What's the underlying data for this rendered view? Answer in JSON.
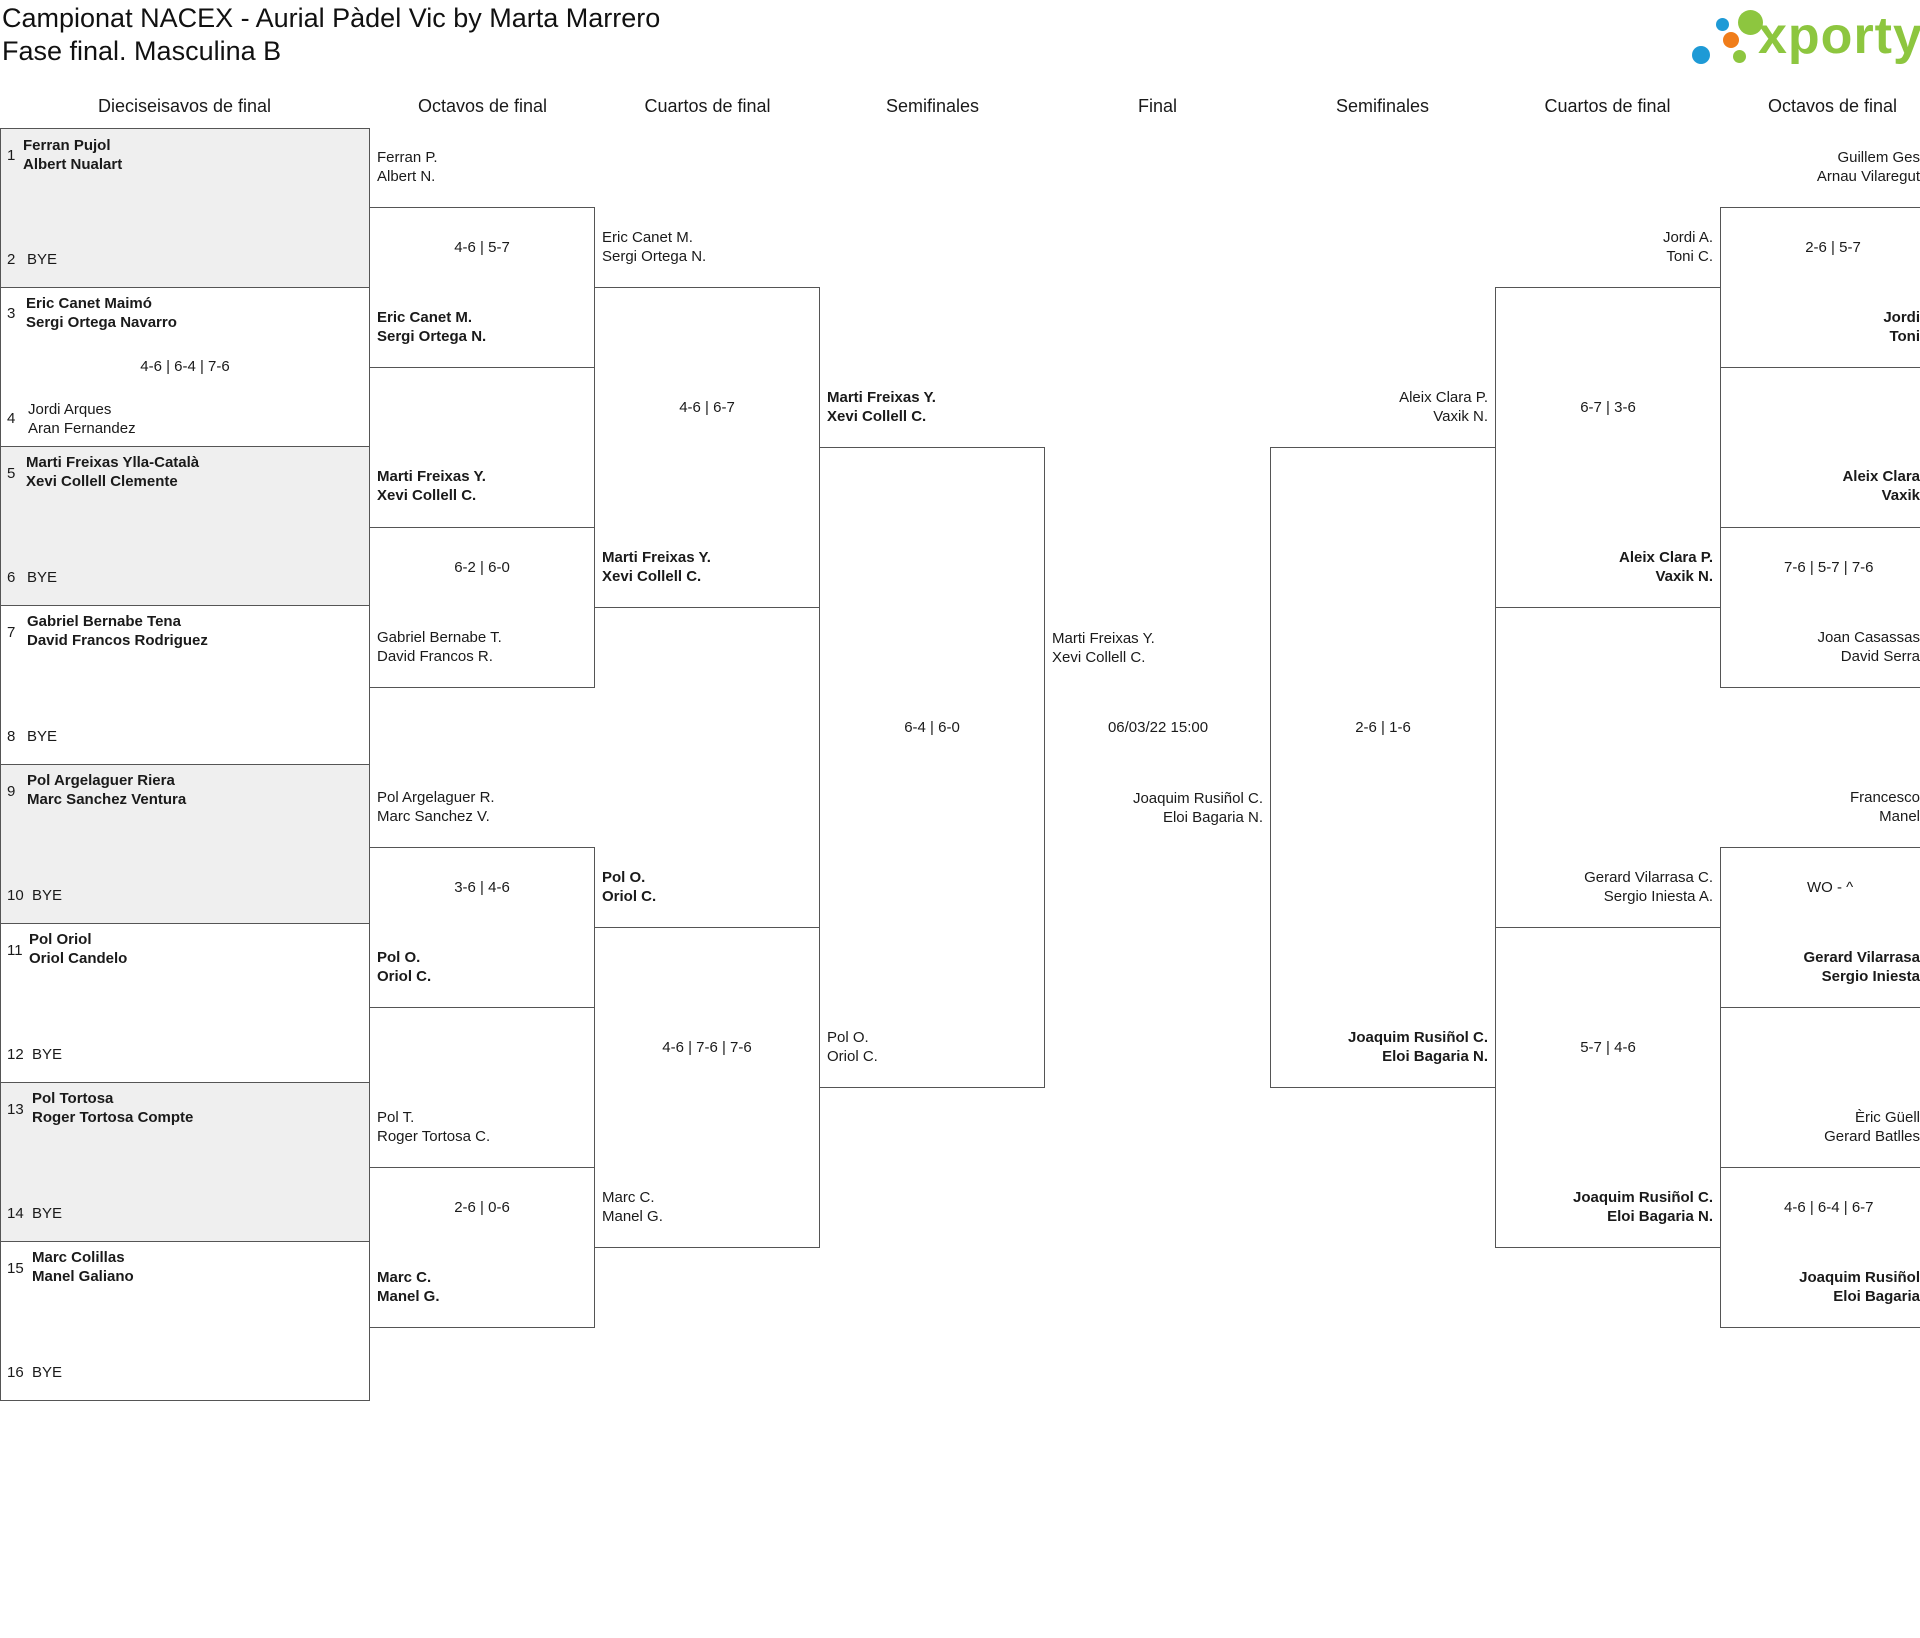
{
  "header": {
    "title": "Campionat NACEX - Aurial Pàdel Vic by Marta Marrero",
    "subtitle": "Fase final. Masculina B",
    "logo_text": "xporty",
    "logo_colors": [
      "#1e9ad6",
      "#8dc63f",
      "#f07d1a"
    ]
  },
  "columns": {
    "c1": "Dieciseisavos de final",
    "c2": "Octavos de final",
    "c3": "Cuartos de final",
    "c4": "Semifinales",
    "c5": "Final",
    "c6": "Semifinales",
    "c7": "Cuartos de final",
    "c8": "Octavos de final"
  },
  "seeds": [
    {
      "num": "1",
      "p1": "Ferran Pujol",
      "p2": "Albert Nualart"
    },
    {
      "num": "2",
      "p1": "BYE",
      "p2": ""
    },
    {
      "num": "3",
      "p1": "Eric Canet Maimó",
      "p2": "Sergi Ortega Navarro"
    },
    {
      "num": "4",
      "p1": "Jordi Arques",
      "p2": "Aran Fernandez"
    },
    {
      "num": "5",
      "p1": "Marti Freixas Ylla-Català",
      "p2": "Xevi Collell Clemente"
    },
    {
      "num": "6",
      "p1": "BYE",
      "p2": ""
    },
    {
      "num": "7",
      "p1": "Gabriel Bernabe Tena",
      "p2": "David Francos Rodriguez"
    },
    {
      "num": "8",
      "p1": "BYE",
      "p2": ""
    },
    {
      "num": "9",
      "p1": "Pol Argelaguer Riera",
      "p2": "Marc Sanchez Ventura"
    },
    {
      "num": "10",
      "p1": "BYE",
      "p2": ""
    },
    {
      "num": "11",
      "p1": "Pol Oriol",
      "p2": "Oriol Candelo"
    },
    {
      "num": "12",
      "p1": "BYE",
      "p2": ""
    },
    {
      "num": "13",
      "p1": "Pol Tortosa",
      "p2": "Roger Tortosa Compte"
    },
    {
      "num": "14",
      "p1": "BYE",
      "p2": ""
    },
    {
      "num": "15",
      "p1": "Marc Colillas",
      "p2": "Manel Galiano"
    },
    {
      "num": "16",
      "p1": "BYE",
      "p2": ""
    }
  ],
  "r16_scores": [
    "4-6 | 6-4 | 7-6"
  ],
  "left_octavos": [
    {
      "a": "Ferran P.",
      "b": "Albert N."
    },
    {
      "a": "Eric Canet M.",
      "b": "Sergi Ortega N."
    },
    {
      "a": "Marti Freixas Y.",
      "b": "Xevi Collell C."
    },
    {
      "a": "Gabriel Bernabe T.",
      "b": "David Francos R."
    },
    {
      "a": "Pol Argelaguer R.",
      "b": "Marc Sanchez V."
    },
    {
      "a": "Pol O.",
      "b": "Oriol C."
    },
    {
      "a": "Pol T.",
      "b": "Roger Tortosa C."
    },
    {
      "a": "Marc C.",
      "b": "Manel G."
    }
  ],
  "left_octavos_scores": [
    "4-6 | 5-7",
    "6-2 | 6-0",
    "3-6 | 4-6",
    "2-6 | 0-6"
  ],
  "left_cuartos": [
    {
      "a": "Eric Canet M.",
      "b": "Sergi Ortega N."
    },
    {
      "a": "Marti Freixas Y.",
      "b": "Xevi Collell C."
    },
    {
      "a": "Pol O.",
      "b": "Oriol C."
    },
    {
      "a": "Marc C.",
      "b": "Manel G."
    }
  ],
  "left_cuartos_scores": [
    "4-6 | 6-7",
    "4-6 | 7-6 | 7-6"
  ],
  "left_semis": [
    {
      "a": "Marti Freixas Y.",
      "b": "Xevi Collell C."
    },
    {
      "a": "Pol O.",
      "b": "Oriol C."
    }
  ],
  "left_semis_score": "6-4 | 6-0",
  "final": {
    "a1": "Marti Freixas Y.",
    "a2": "Xevi Collell C.",
    "date": "06/03/22 15:00",
    "b1": "Joaquim Rusiñol C.",
    "b2": "Eloi Bagaria N."
  },
  "right_semis": [
    {
      "a": "Aleix Clara P.",
      "b": "Vaxik N."
    },
    {
      "a": "Joaquim Rusiñol C.",
      "b": "Eloi Bagaria N."
    }
  ],
  "right_semis_score": "2-6 | 1-6",
  "right_cuartos": [
    {
      "a": "Jordi A.",
      "b": "Toni C."
    },
    {
      "a": "Aleix Clara P.",
      "b": "Vaxik N."
    },
    {
      "a": "Gerard Vilarrasa C.",
      "b": "Sergio Iniesta A."
    },
    {
      "a": "Joaquim Rusiñol C.",
      "b": "Eloi Bagaria N."
    }
  ],
  "right_cuartos_scores": [
    "6-7 | 3-6",
    "5-7 | 4-6"
  ],
  "right_octavos": [
    {
      "a": "Guillem Ges",
      "b": "Arnau Vilaregut"
    },
    {
      "a": "Jordi",
      "b": "Toni"
    },
    {
      "a": "Aleix Clara",
      "b": "Vaxik"
    },
    {
      "a": "Joan Casassas",
      "b": "David Serra"
    },
    {
      "a": "Francesco",
      "b": "Manel"
    },
    {
      "a": "Gerard Vilarrasa",
      "b": "Sergio Iniesta"
    },
    {
      "a": "Èric Güell",
      "b": "Gerard Batlles"
    },
    {
      "a": "Joaquim Rusiñol",
      "b": "Eloi Bagaria"
    }
  ],
  "right_octavos_scores": [
    "2-6 | 5-7",
    "7-6 | 5-7 | 7-6",
    "WO - ^",
    "4-6 | 6-4 | 6-7"
  ]
}
